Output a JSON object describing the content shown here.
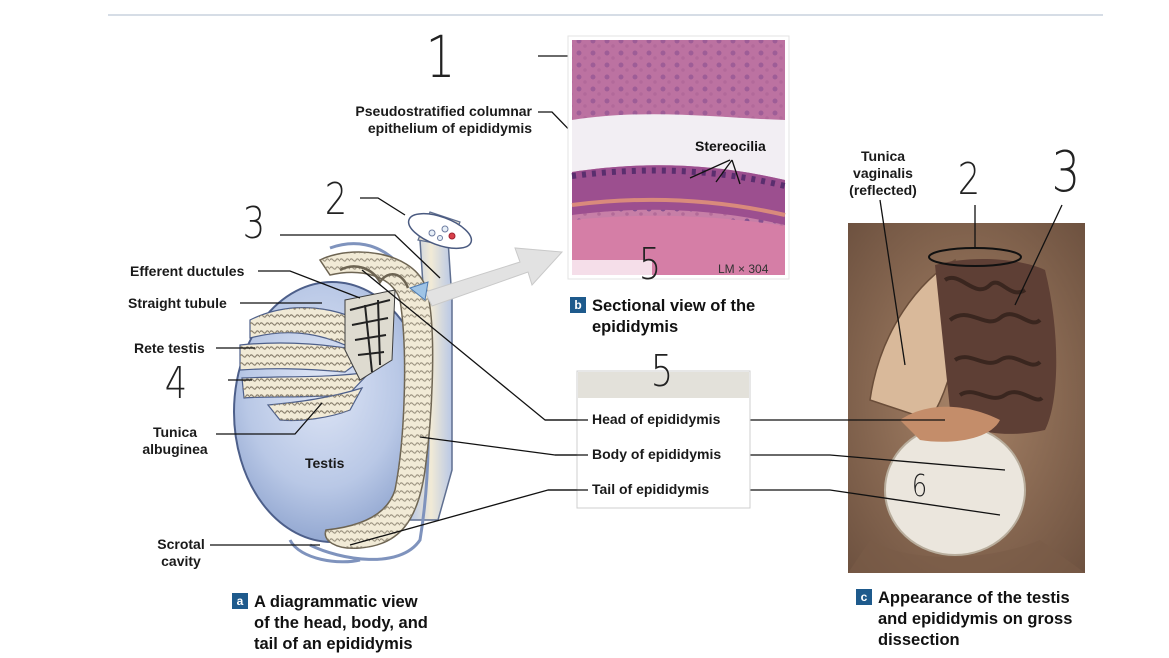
{
  "labels": {
    "pseudostratified": [
      "Pseudostratified columnar",
      "epithelium of epididymis"
    ],
    "stereocilia": "Stereocilia",
    "efferent_ductules": "Efferent ductules",
    "straight_tubule": "Straight tubule",
    "rete_testis": "Rete testis",
    "tunica_albuginea": [
      "Tunica",
      "albuginea"
    ],
    "testis": "Testis",
    "scrotal_cavity": [
      "Scrotal",
      "cavity"
    ],
    "tunica_vaginalis": [
      "Tunica",
      "vaginalis",
      "(reflected)"
    ],
    "head": "Head of epididymis",
    "body": "Body of epididymis",
    "tail": "Tail of epididymis",
    "lm": "LM × 304"
  },
  "captions": {
    "a": {
      "badge": "a",
      "lines": [
        "A diagrammatic view",
        "of the head, body, and",
        "tail of an epididymis"
      ]
    },
    "b": {
      "badge": "b",
      "lines": [
        "Sectional view of the",
        "epididymis"
      ]
    },
    "c": {
      "badge": "c",
      "lines": [
        "Appearance of the testis",
        "and epididymis on gross",
        "dissection"
      ]
    }
  },
  "handwritten": {
    "n1": "1",
    "n2a": "2",
    "n3a": "3",
    "n4": "4",
    "n5a": "5",
    "n5b": "5",
    "n2b": "2",
    "n3b": "3",
    "n6": "6"
  },
  "colors": {
    "testis_fill": "#b9c8e6",
    "tubule_fill": "#f1ead6",
    "micrograph_bg": "#c77fa7",
    "micrograph_lumen": "#f2eef3",
    "dissection_bg": "#8f6d53",
    "badge": "#1e5a8c"
  }
}
